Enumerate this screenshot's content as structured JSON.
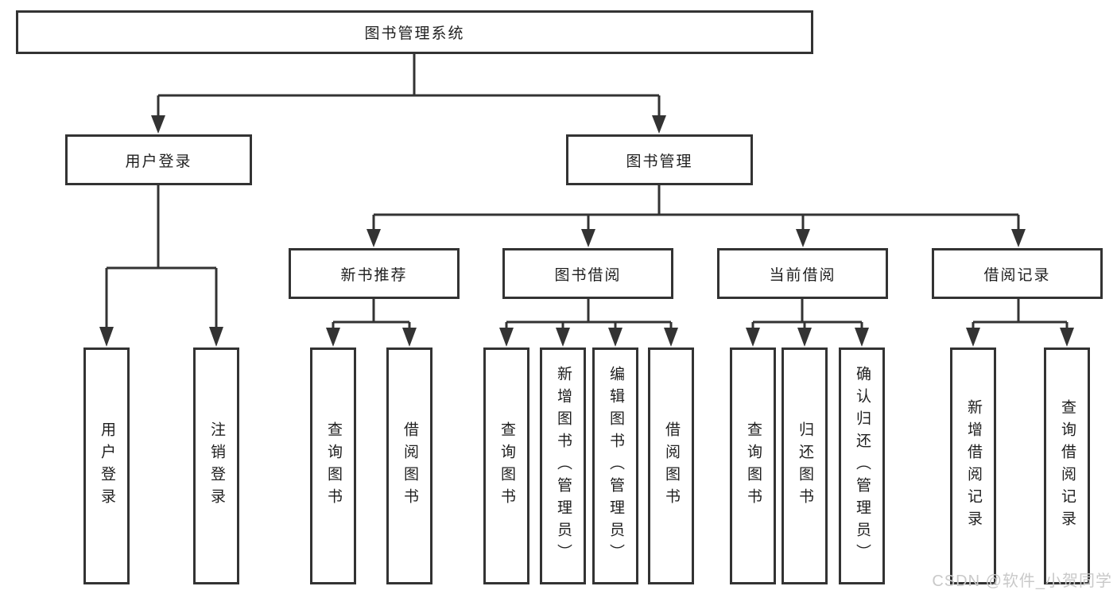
{
  "tree": {
    "root": "图书管理系统",
    "user_login": {
      "label": "用户登录",
      "login": "用户登录",
      "logout": "注销登录"
    },
    "book_management": {
      "label": "图书管理",
      "new_book_recommend": {
        "label": "新书推荐",
        "query_books": "查询图书",
        "borrow_books": "借阅图书"
      },
      "book_borrowing": {
        "label": "图书借阅",
        "query_books": "查询图书",
        "add_books_admin": "新增图书（管理员）",
        "edit_books_admin": "编辑图书（管理员）",
        "borrow_books": "借阅图书"
      },
      "current_borrowing": {
        "label": "当前借阅",
        "query_books": "查询图书",
        "return_books": "归还图书",
        "confirm_return_admin": "确认归还（管理员）"
      },
      "borrowing_records": {
        "label": "借阅记录",
        "add_record": "新增借阅记录",
        "query_record": "查询借阅记录"
      }
    }
  },
  "watermark": {
    "text": "CSDN @软件_小贺同学"
  },
  "colors": {
    "line": "#333333",
    "box_border": "#333333",
    "text": "#1f1f1f",
    "watermark": "#c9c9c9",
    "background": "#ffffff"
  }
}
